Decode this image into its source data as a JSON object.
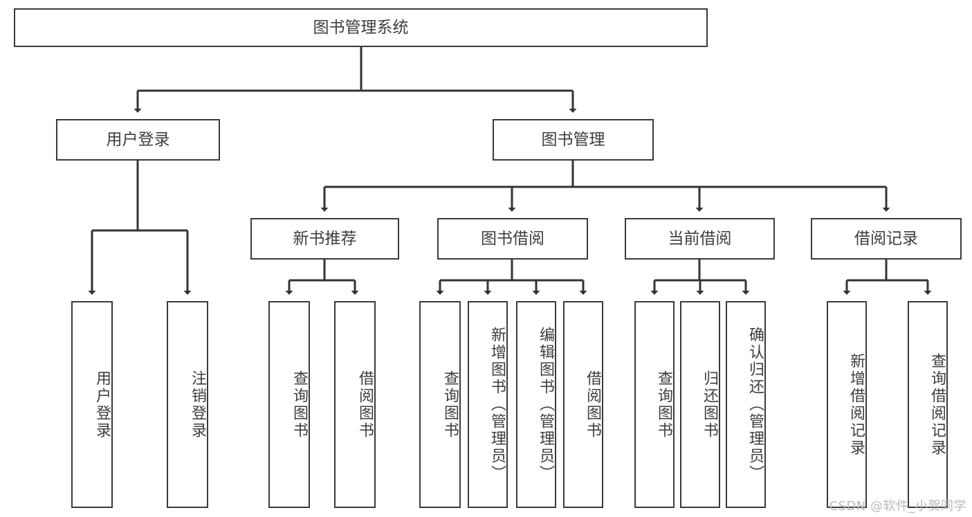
{
  "diagram": {
    "type": "hierarchy-tree",
    "title": "图书管理系统",
    "watermark": "CSDN @软件_小贺同学",
    "colors": {
      "box_border": "#3a3a3a",
      "box_fill": "#ffffff",
      "text": "#3d3d3d",
      "connector": "#333333",
      "watermark": "#b9b9b9"
    },
    "nodes": {
      "root": {
        "label": "图书管理系统",
        "level": 0
      },
      "level1": [
        {
          "id": "user-login",
          "label": "用户登录"
        },
        {
          "id": "book-manage",
          "label": "图书管理"
        }
      ],
      "level2": [
        {
          "id": "new-book-rec",
          "label": "新书推荐",
          "parent": "book-manage"
        },
        {
          "id": "book-borrow",
          "label": "图书借阅",
          "parent": "book-manage"
        },
        {
          "id": "current-borrow",
          "label": "当前借阅",
          "parent": "book-manage"
        },
        {
          "id": "borrow-record",
          "label": "借阅记录",
          "parent": "book-manage"
        }
      ],
      "leaves": {
        "user-login": [
          {
            "id": "leaf-user-login",
            "label": "用户登录"
          },
          {
            "id": "leaf-logout",
            "label": "注销登录"
          }
        ],
        "new-book-rec": [
          {
            "id": "leaf-query-book-1",
            "label": "查询图书"
          },
          {
            "id": "leaf-borrow-book-1",
            "label": "借阅图书"
          }
        ],
        "book-borrow": [
          {
            "id": "leaf-query-book-2",
            "label": "查询图书"
          },
          {
            "id": "leaf-add-book",
            "label": "新增图书（管理员）"
          },
          {
            "id": "leaf-edit-book",
            "label": "编辑图书（管理员）"
          },
          {
            "id": "leaf-borrow-book-2",
            "label": "借阅图书"
          }
        ],
        "current-borrow": [
          {
            "id": "leaf-query-book-3",
            "label": "查询图书"
          },
          {
            "id": "leaf-return-book",
            "label": "归还图书"
          },
          {
            "id": "leaf-confirm-return",
            "label": "确认归还（管理员）"
          }
        ],
        "borrow-record": [
          {
            "id": "leaf-add-record",
            "label": "新增借阅记录"
          },
          {
            "id": "leaf-query-record",
            "label": "查询借阅记录"
          }
        ]
      }
    }
  }
}
